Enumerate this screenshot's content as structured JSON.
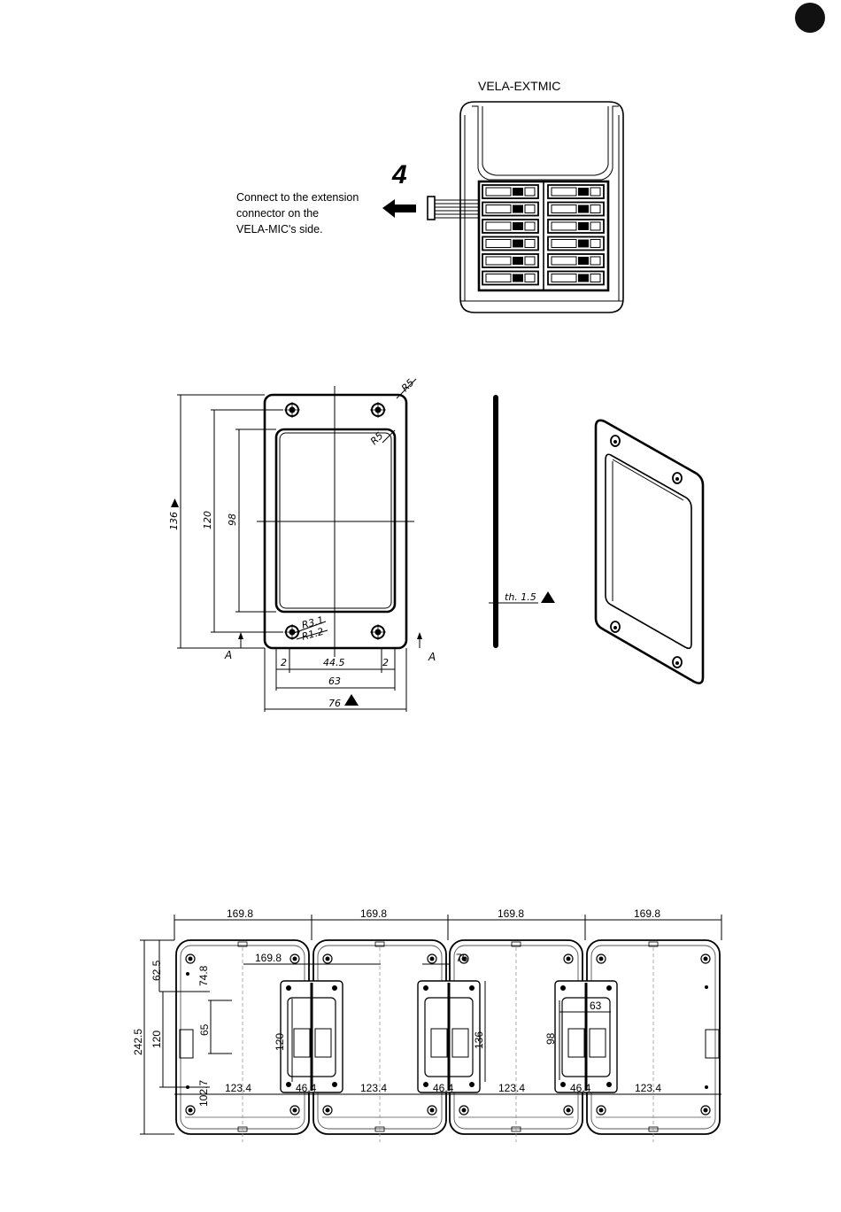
{
  "page_marker": {
    "color": "#111111"
  },
  "section1": {
    "device_label": "VELA-EXTMIC",
    "step_number": "4",
    "instruction_lines": [
      "Connect to the extension",
      "connector on the",
      "VELA-MIC's side."
    ]
  },
  "section2": {
    "dims": {
      "overall_height": "136",
      "hole_spacing": "120",
      "cutout_height": "98",
      "corner_radius_outer": "R5",
      "corner_radius_inner": "R5",
      "radius_hole_a": "R3.1",
      "radius_hole_b": "R1.2",
      "margin_left": "2",
      "inner_width": "44.5",
      "margin_right": "2",
      "cutout_width": "63",
      "overall_width": "76",
      "section_left": "A",
      "section_right": "A",
      "thickness": "th. 1.5"
    }
  },
  "section3": {
    "top_widths": [
      "169.8",
      "169.8",
      "169.8",
      "169.8"
    ],
    "inner_dim_a": "169.8",
    "inner_dim_b": "76",
    "inner_dim_c": "63",
    "left_total": "242.5",
    "left_120": "120",
    "left_62_5": "62.5",
    "left_74_8": "74.8",
    "left_65": "65",
    "left_102_7": "102.7",
    "mid_120": "120",
    "mid_136": "136",
    "mid_98": "98",
    "bottom_123_4": [
      "123.4",
      "123.4",
      "123.4",
      "123.4"
    ],
    "bottom_46_4": [
      "46.4",
      "46.4",
      "46.4"
    ]
  }
}
